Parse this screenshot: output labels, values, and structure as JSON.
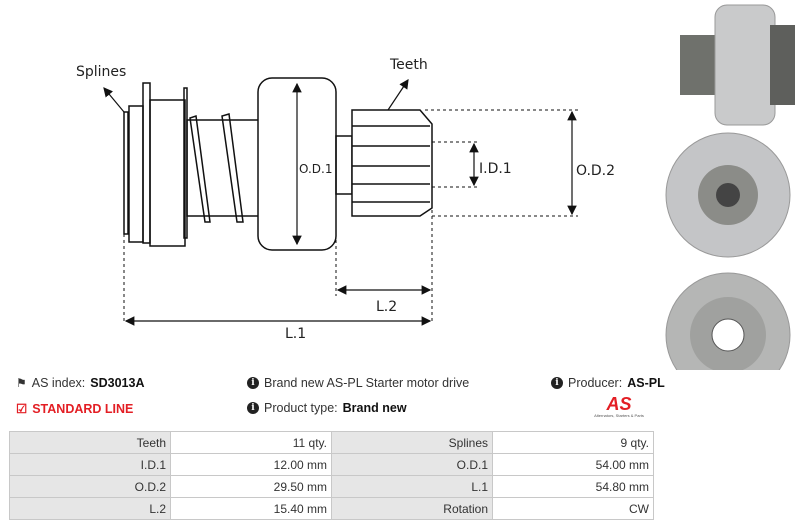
{
  "diagram": {
    "splines": "Splines",
    "teeth": "Teeth",
    "od1": "O.D.1",
    "id1": "I.D.1",
    "od2": "O.D.2",
    "l1": "L.1",
    "l2": "L.2"
  },
  "info": {
    "as_index_label": "AS index:",
    "as_index_value": "SD3013A",
    "standard_line": "STANDARD LINE",
    "description": "Brand new AS-PL Starter motor drive",
    "product_type_label": "Product type:",
    "product_type_value": "Brand new",
    "producer_label": "Producer:",
    "producer_value": "AS-PL"
  },
  "logo": {
    "text": "AS",
    "tagline": "Alternators, Starters & Parts",
    "color": "#e31e24"
  },
  "specs": [
    [
      {
        "k": "Teeth",
        "v": "11 qty."
      },
      {
        "k": "Splines",
        "v": "9 qty."
      }
    ],
    [
      {
        "k": "I.D.1",
        "v": "12.00 mm"
      },
      {
        "k": "O.D.1",
        "v": "54.00 mm"
      }
    ],
    [
      {
        "k": "O.D.2",
        "v": "29.50 mm"
      },
      {
        "k": "L.1",
        "v": "54.80 mm"
      }
    ],
    [
      {
        "k": "L.2",
        "v": "15.40 mm"
      },
      {
        "k": "Rotation",
        "v": "CW"
      }
    ]
  ]
}
